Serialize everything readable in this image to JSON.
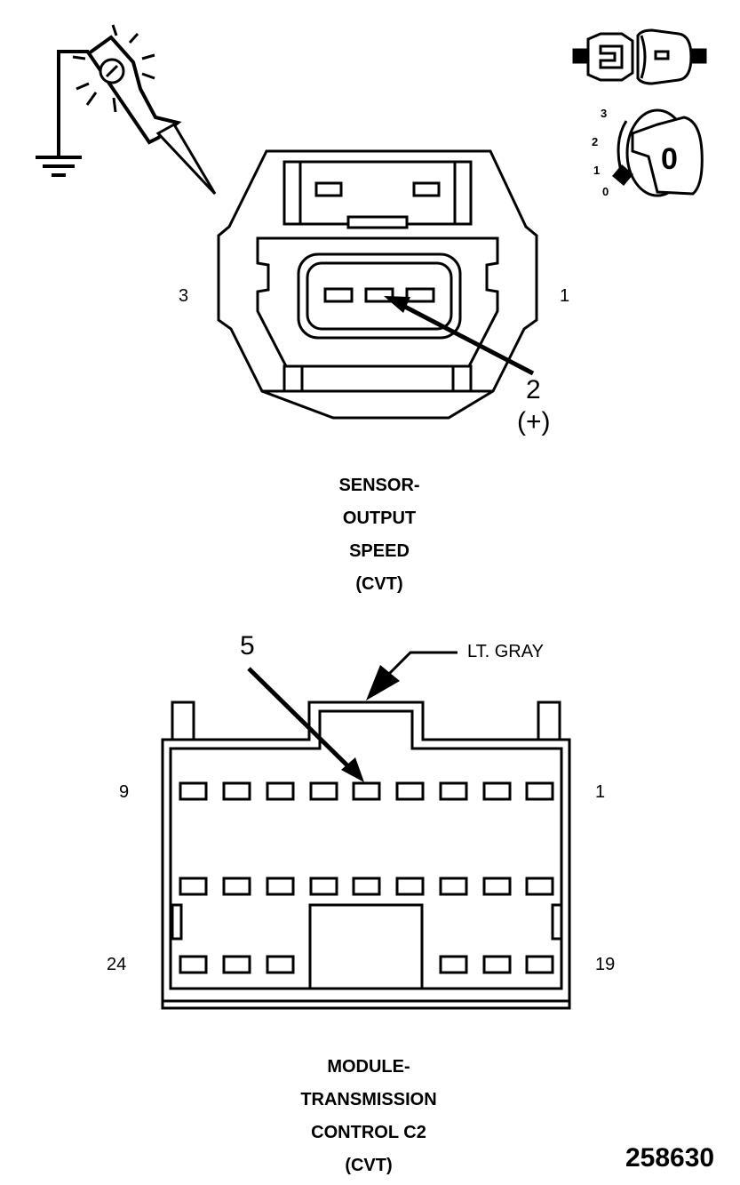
{
  "sensor_connector": {
    "pin_left": "3",
    "pin_right": "1",
    "callout_pin": "2",
    "callout_polarity": "(+)",
    "caption": [
      "SENSOR-",
      "OUTPUT",
      "SPEED",
      "(CVT)"
    ]
  },
  "module_connector": {
    "callout_pin": "5",
    "color_label": "LT. GRAY",
    "pin_top_left": "9",
    "pin_top_right": "1",
    "pin_bottom_left": "24",
    "pin_bottom_right": "19",
    "caption": [
      "MODULE-",
      "TRANSMISSION",
      "CONTROL C2",
      "(CVT)"
    ]
  },
  "ignition_key": {
    "positions": [
      "3",
      "2",
      "1",
      "0"
    ],
    "key_label": "0"
  },
  "figure_number": "258630",
  "icons": [
    "test-probe-icon",
    "ground-icon",
    "connector-disconnect-icon",
    "ignition-key-icon"
  ]
}
